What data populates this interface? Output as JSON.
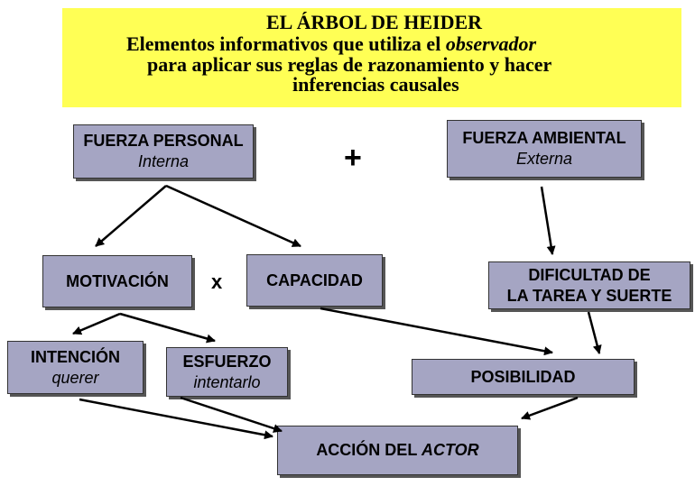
{
  "banner": {
    "title": "EL ÁRBOL DE HEIDER",
    "line2_a": "Elementos informativos que utiliza el ",
    "line2_b": "observador",
    "line3": "para aplicar sus reglas de razonamiento y hacer",
    "line4": "inferencias causales",
    "background": "#ffff55"
  },
  "nodes": {
    "fuerza_personal": {
      "label": "FUERZA PERSONAL",
      "sub": "Interna"
    },
    "fuerza_ambiental": {
      "label": "FUERZA AMBIENTAL",
      "sub": "Externa"
    },
    "motivacion": {
      "label": "MOTIVACIÓN"
    },
    "capacidad": {
      "label": "CAPACIDAD"
    },
    "dificultad": {
      "label_line1": "DIFICULTAD DE",
      "label_line2": "LA TAREA Y SUERTE"
    },
    "intencion": {
      "label": "INTENCIÓN",
      "sub": "querer"
    },
    "esfuerzo": {
      "label": "ESFUERZO",
      "sub": "intentarlo"
    },
    "posibilidad": {
      "label": "POSIBILIDAD"
    },
    "accion": {
      "label_a": "ACCIÓN DEL ",
      "label_b": "ACTOR"
    }
  },
  "operators": {
    "plus": "+",
    "times": "x"
  },
  "colors": {
    "box_fill": "#a5a5c3",
    "arrow": "#000000"
  }
}
